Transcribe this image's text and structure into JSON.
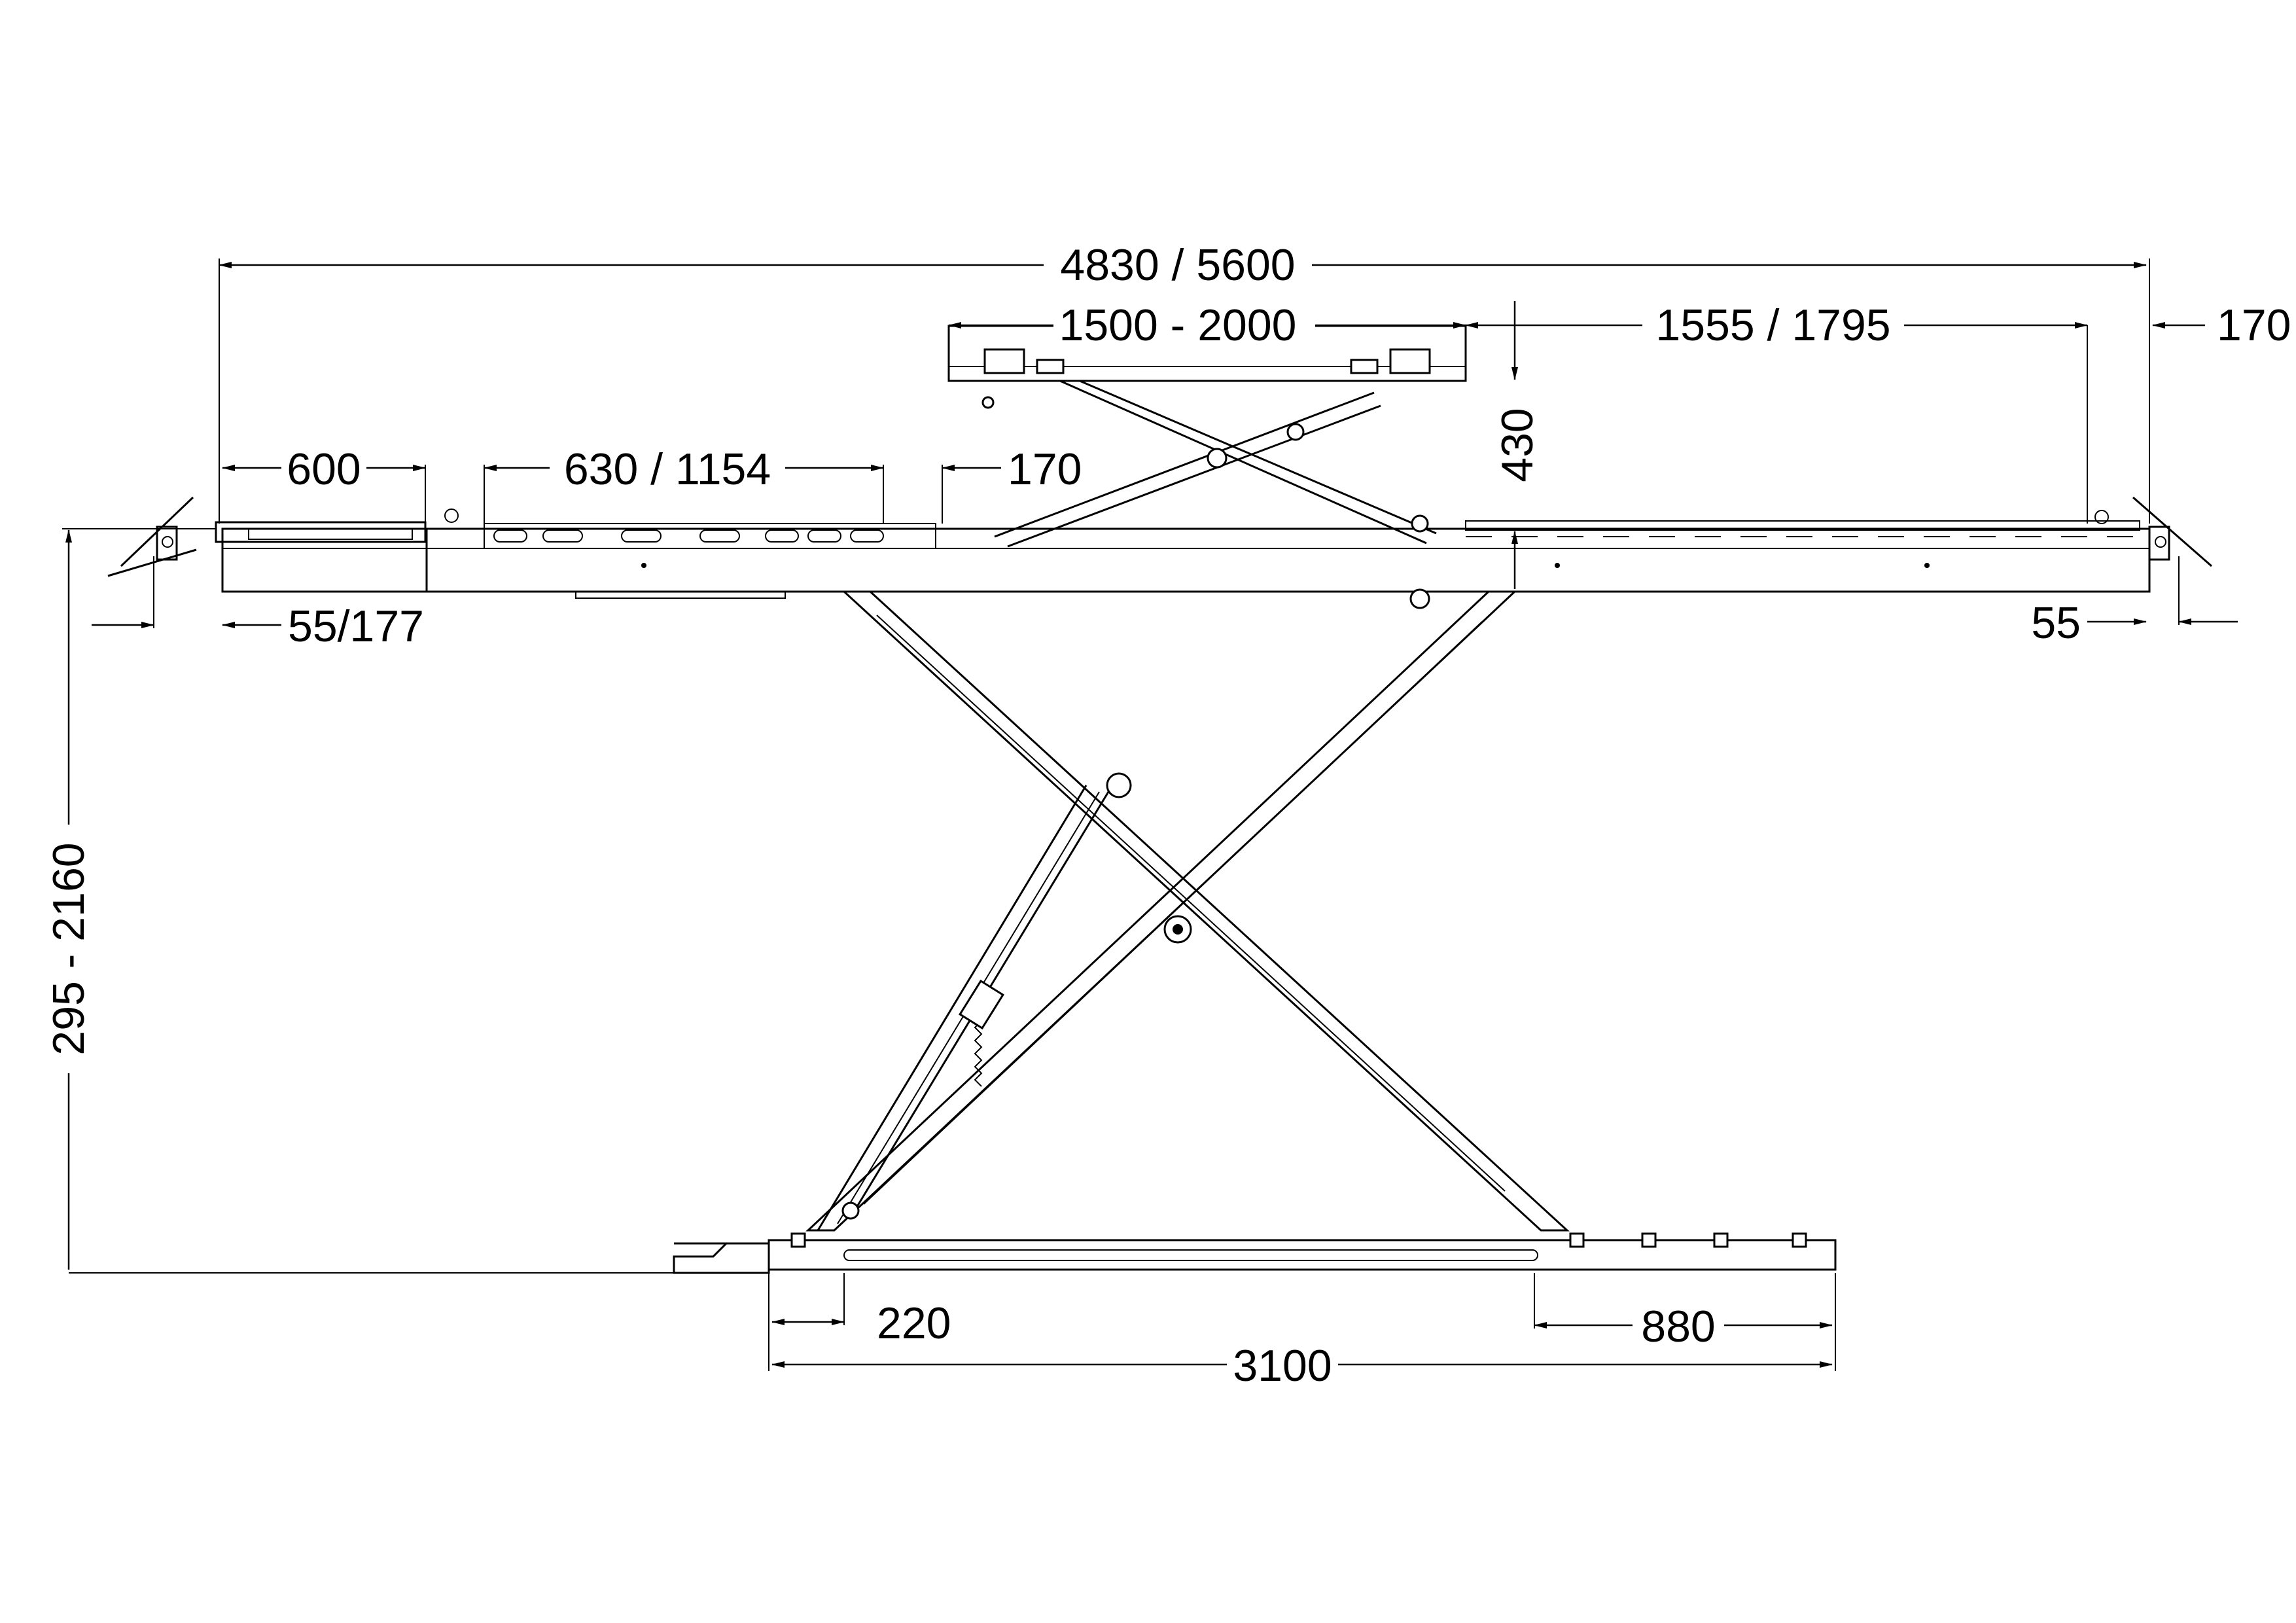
{
  "dimensions": {
    "overall_length": "4830 / 5600",
    "pad_width_range": "1500 - 2000",
    "right_extension": "1555 / 1795",
    "right_end_offset": "170",
    "left_end_section": "600",
    "slot_range": "630 / 1154",
    "pad_offset": "170",
    "pad_height": "430",
    "left_overhang": "55/177",
    "right_overhang": "55",
    "lift_height_range": "295 - 2160",
    "base_front_offset": "220",
    "base_rear_section": "880",
    "base_length": "3100"
  }
}
